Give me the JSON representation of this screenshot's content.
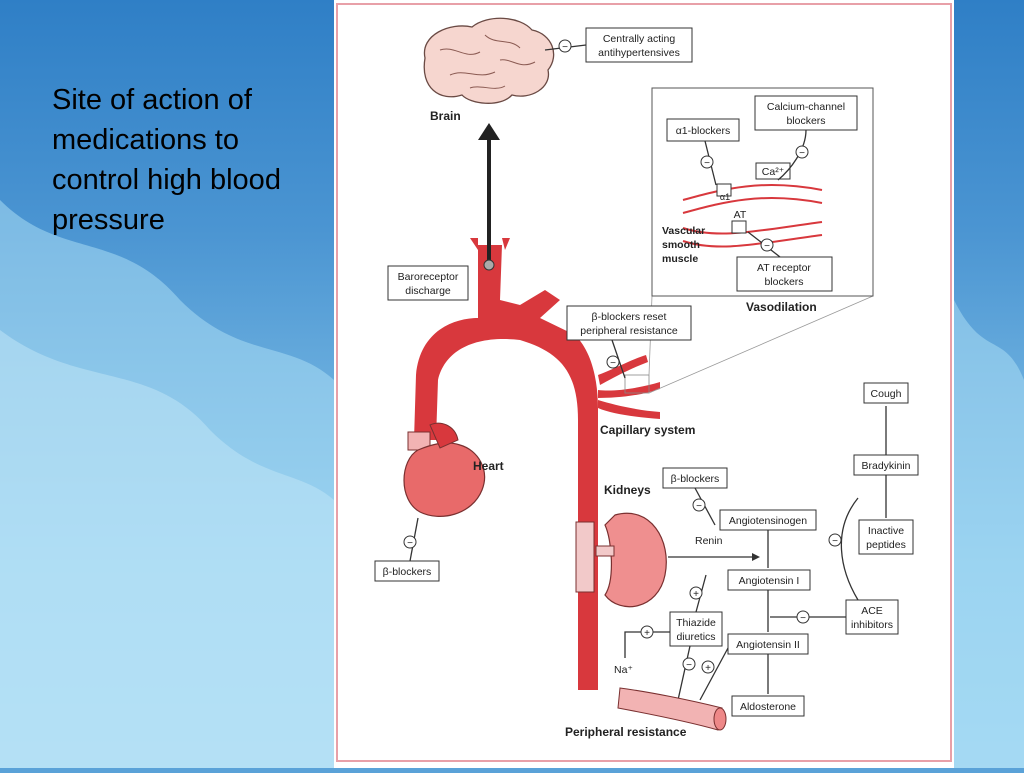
{
  "slide": {
    "title": "Site of action of medications to control high blood pressure"
  },
  "diagram": {
    "organs": {
      "brain": "Brain",
      "heart": "Heart",
      "kidneys": "Kidneys",
      "capillary": "Capillary system",
      "peripheral": "Peripheral resistance",
      "vascular": [
        "Vascular",
        "smooth",
        "muscle"
      ],
      "vasodilation": "Vasodilation"
    },
    "boxes": {
      "centrally": [
        "Centrally acting",
        "antihypertensives"
      ],
      "baroreceptor": [
        "Baroreceptor",
        "discharge"
      ],
      "beta_reset": [
        "β-blockers reset",
        "peripheral resistance"
      ],
      "beta_heart": "β-blockers",
      "beta_kidney": "β-blockers",
      "calcium": [
        "Calcium-channel",
        "blockers"
      ],
      "alpha1": "α1-blockers",
      "at_receptor": [
        "AT receptor",
        "blockers"
      ],
      "angiotensinogen": "Angiotensinogen",
      "angiotensin1": "Angiotensin I",
      "angiotensin2": "Angiotensin II",
      "aldosterone": "Aldosterone",
      "thiazide": [
        "Thiazide",
        "diuretics"
      ],
      "ace": [
        "ACE",
        "inhibitors"
      ],
      "bradykinin": "Bradykinin",
      "inactive": [
        "Inactive",
        "peptides"
      ],
      "cough": "Cough"
    },
    "labels": {
      "renin": "Renin",
      "na": "Na⁺",
      "ca": "Ca²⁺",
      "at": "AT",
      "alpha_receptor": "α1"
    },
    "colors": {
      "artery": "#d8383d",
      "heart": "#e86a6a",
      "kidney": "#ef8f8f",
      "frame": "#e8a0a8"
    }
  }
}
